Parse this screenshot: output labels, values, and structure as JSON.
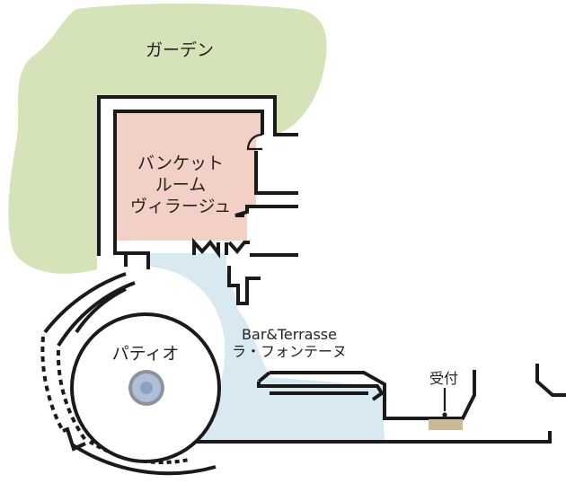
{
  "rooms": {
    "garden": {
      "label": "ガーデン"
    },
    "banquet": {
      "lines": [
        "バンケット",
        "ルーム",
        "ヴィラージュ"
      ]
    },
    "patio": {
      "label": "パティオ"
    },
    "bar": {
      "line1": "Bar&Terrasse",
      "line2": "ラ・フォンテーヌ"
    },
    "reception": {
      "label": "受付"
    }
  },
  "colors": {
    "garden": "#d4e4b8",
    "banquet": "#f3d0c5",
    "lounge": "#d8e9f2",
    "fountain": "#aebfdc",
    "fountain_ring": "#8e9199",
    "reception_counter": "#c9ba98",
    "wall": "#1a1a1a"
  }
}
